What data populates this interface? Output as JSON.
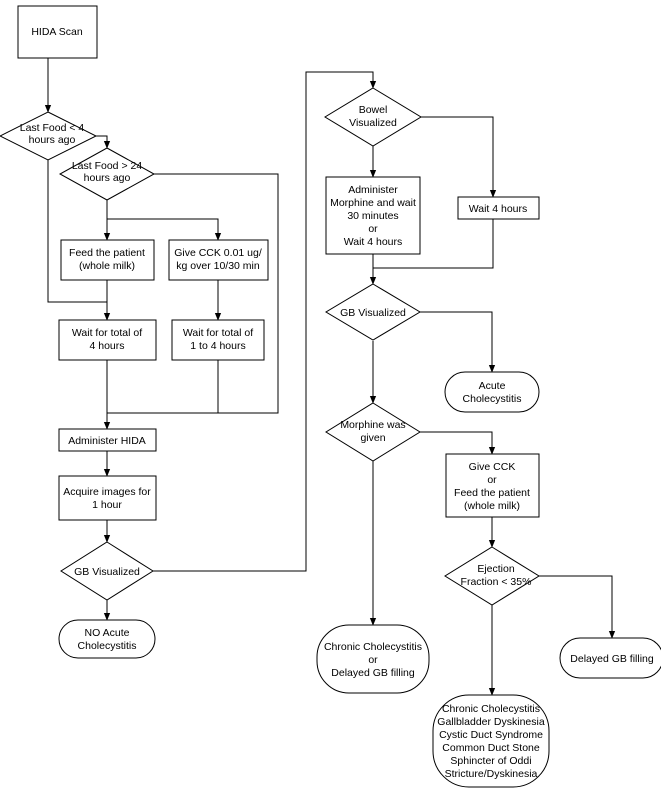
{
  "nodes": {
    "hida_scan": [
      "HIDA Scan"
    ],
    "last_food_lt4": [
      "Last Food < 4",
      "hours ago"
    ],
    "last_food_gt24": [
      "Last Food > 24",
      "hours ago"
    ],
    "feed_patient": [
      "Feed the patient",
      "(whole milk)"
    ],
    "give_cck": [
      "Give CCK 0.01 ug/",
      "kg over 10/30 min"
    ],
    "wait_total_4": [
      "Wait for total of",
      "4 hours"
    ],
    "wait_total_1_4": [
      "Wait for total of",
      "1 to 4 hours"
    ],
    "administer_hida": [
      "Administer HIDA"
    ],
    "acquire_images": [
      "Acquire images for",
      "1 hour"
    ],
    "gb_visualized_1": [
      "GB Visualized"
    ],
    "no_acute": [
      "NO Acute",
      "Cholecystitis"
    ],
    "bowel_visualized": [
      "Bowel",
      "Visualized"
    ],
    "administer_morphine": [
      "Administer",
      "Morphine and wait",
      "30 minutes",
      "or",
      "Wait 4 hours"
    ],
    "wait_4_hours": [
      "Wait 4 hours"
    ],
    "gb_visualized_2": [
      "GB Visualized"
    ],
    "acute_chole": [
      "Acute",
      "Cholecystitis"
    ],
    "morphine_given": [
      "Morphine was",
      "given"
    ],
    "give_cck_or_feed": [
      "Give CCK",
      "or",
      "Feed the patient",
      "(whole milk)"
    ],
    "ejection_fraction": [
      "Ejection",
      "Fraction < 35%"
    ],
    "chronic_or_delayed": [
      "Chronic Cholecystitis",
      "or",
      "Delayed GB filling"
    ],
    "delayed_gb": [
      "Delayed GB filling"
    ],
    "chronic_list": [
      "Chronic Cholecystitis",
      "Gallbladder Dyskinesia",
      "Cystic Duct Syndrome",
      "Common Duct Stone",
      "Sphincter of Oddi",
      "Stricture/Dyskinesia"
    ]
  },
  "edges": [
    [
      "hida_scan",
      "last_food_lt4"
    ],
    [
      "last_food_lt4",
      "last_food_gt24"
    ],
    [
      "last_food_lt4",
      "wait_total_4"
    ],
    [
      "last_food_gt24",
      "feed_patient"
    ],
    [
      "last_food_gt24",
      "give_cck"
    ],
    [
      "last_food_gt24",
      "administer_hida"
    ],
    [
      "feed_patient",
      "wait_total_4"
    ],
    [
      "give_cck",
      "wait_total_1_4"
    ],
    [
      "wait_total_4",
      "administer_hida"
    ],
    [
      "wait_total_1_4",
      "administer_hida"
    ],
    [
      "administer_hida",
      "acquire_images"
    ],
    [
      "acquire_images",
      "gb_visualized_1"
    ],
    [
      "gb_visualized_1",
      "no_acute"
    ],
    [
      "gb_visualized_1",
      "bowel_visualized"
    ],
    [
      "bowel_visualized",
      "administer_morphine"
    ],
    [
      "bowel_visualized",
      "wait_4_hours"
    ],
    [
      "administer_morphine",
      "gb_visualized_2"
    ],
    [
      "wait_4_hours",
      "gb_visualized_2"
    ],
    [
      "gb_visualized_2",
      "morphine_given"
    ],
    [
      "gb_visualized_2",
      "acute_chole"
    ],
    [
      "morphine_given",
      "chronic_or_delayed"
    ],
    [
      "morphine_given",
      "give_cck_or_feed"
    ],
    [
      "give_cck_or_feed",
      "ejection_fraction"
    ],
    [
      "ejection_fraction",
      "chronic_list"
    ],
    [
      "ejection_fraction",
      "delayed_gb"
    ]
  ]
}
